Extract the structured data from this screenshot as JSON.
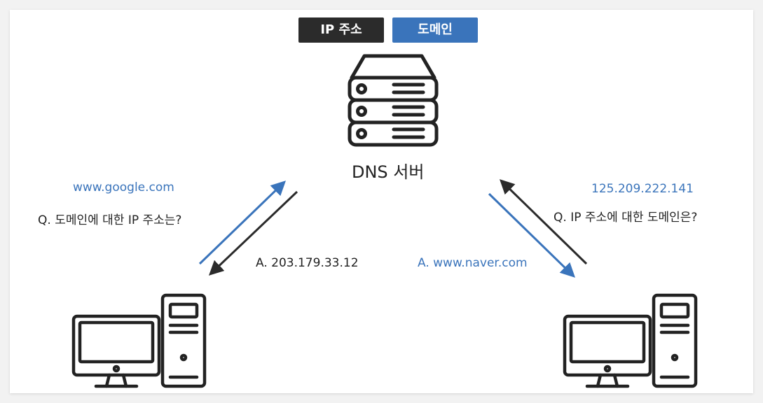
{
  "legend": {
    "ip_label": "IP 주소",
    "domain_label": "도메인"
  },
  "dns_server": {
    "label": "DNS 서버"
  },
  "left_exchange": {
    "query_value": "www.google.com",
    "question": "Q. 도메인에 대한 IP 주소는?",
    "answer": "A. 203.179.33.12"
  },
  "right_exchange": {
    "query_value": "125.209.222.141",
    "question": "Q. IP 주소에 대한 도메인은?",
    "answer": "A. www.naver.com"
  },
  "colors": {
    "ip": "#2b2b2b",
    "domain": "#3a74bb",
    "icon_stroke": "#222222",
    "background": "#ffffff"
  }
}
